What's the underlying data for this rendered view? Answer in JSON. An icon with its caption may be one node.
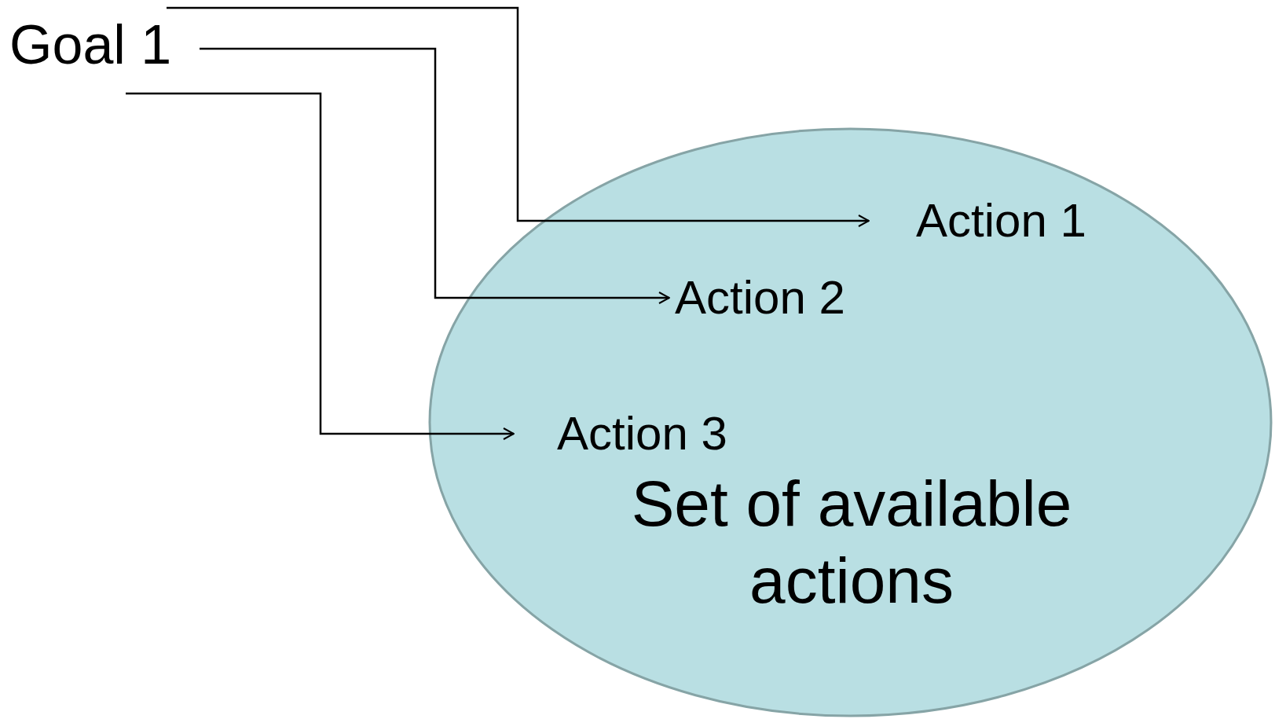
{
  "diagram": {
    "nodes": [
      {
        "text": [
          "Goal 1"
        ]
      },
      {
        "text": [
          "Set of available actions"
        ]
      },
      {
        "text": [
          "Action 1"
        ],
        "in": 1
      },
      {
        "text": [
          "Action 2"
        ],
        "in": 1
      },
      {
        "text": [
          "Action 3"
        ],
        "in": 1
      }
    ],
    "edges": [
      {
        "from": 0,
        "to": 2,
        "arrow": "to"
      },
      {
        "from": 0,
        "to": 3,
        "arrow": "to"
      },
      {
        "from": 0,
        "to": 4,
        "arrow": "to"
      }
    ]
  }
}
